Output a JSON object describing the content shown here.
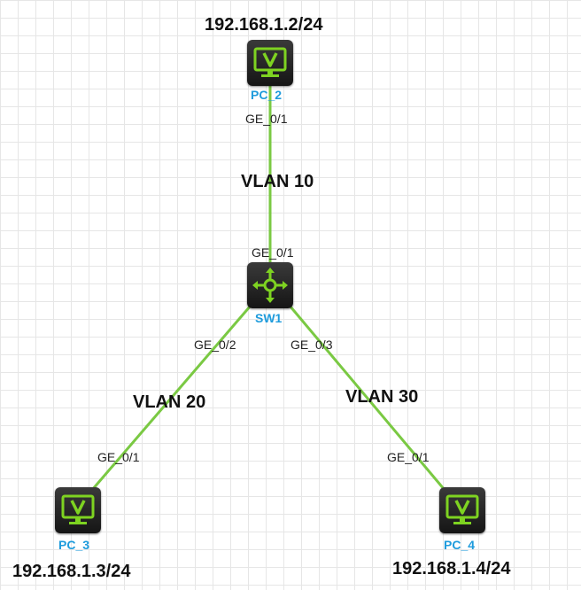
{
  "colors": {
    "link": "#7ac943",
    "device_accent": "#7ed321",
    "device_label": "#1e9bdc"
  },
  "devices": {
    "pc2": {
      "name": "PC_2",
      "ip": "192.168.1.2/24",
      "icon": "monitor-icon"
    },
    "pc3": {
      "name": "PC_3",
      "ip": "192.168.1.3/24",
      "icon": "monitor-icon"
    },
    "pc4": {
      "name": "PC_4",
      "ip": "192.168.1.4/24",
      "icon": "monitor-icon"
    },
    "sw1": {
      "name": "SW1",
      "icon": "switch-icon"
    }
  },
  "links": [
    {
      "from": "pc2",
      "to": "sw1",
      "vlan": "VLAN 10",
      "from_port": "GE_0/1",
      "to_port": "GE_0/1"
    },
    {
      "from": "pc3",
      "to": "sw1",
      "vlan": "VLAN 20",
      "from_port": "GE_0/1",
      "to_port": "GE_0/2"
    },
    {
      "from": "pc4",
      "to": "sw1",
      "vlan": "VLAN 30",
      "from_port": "GE_0/1",
      "to_port": "GE_0/3"
    }
  ]
}
